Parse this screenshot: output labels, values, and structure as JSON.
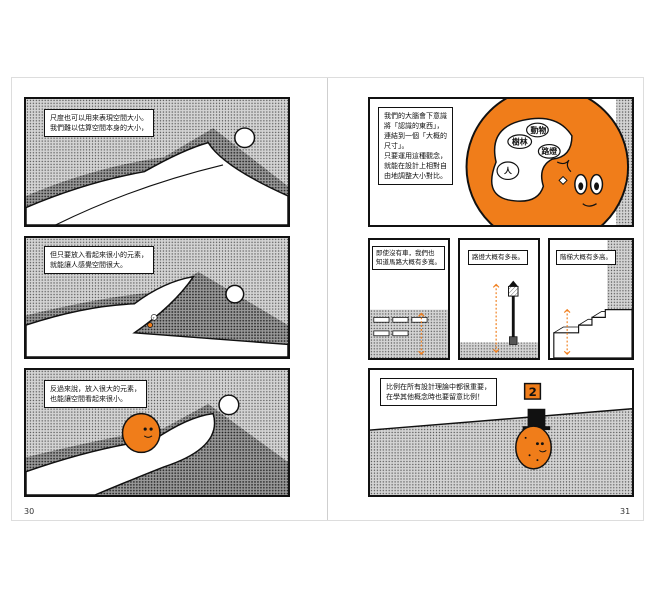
{
  "left_page": {
    "page_number": "30",
    "panel1": {
      "caption": "尺度也可以用來表現空間大小。\n我們難以估算空間本身的大小，"
    },
    "panel2": {
      "caption": "但只要放入看起來很小的元素，\n就能讓人感覺空間很大。",
      "figure_mark": "?"
    },
    "panel3": {
      "caption": "反過來說，放入很大的元素，\n也能讓空間看起來很小。"
    }
  },
  "right_page": {
    "page_number": "31",
    "panel1": {
      "caption": "我們的大腦會下意識\n將「認識的東西」，\n連結到一個「大概的\n尺寸」。\n只要運用這種觀念，\n就能在設計上相對自\n由地調整大小對比。",
      "brain_labels": {
        "animal": "動物",
        "tree": "樹林",
        "road": "路燈",
        "person": "人"
      }
    },
    "panel2": {
      "caption": "即使沒有車，我們也\n知道馬路大概有多寬。"
    },
    "panel3": {
      "caption": "路燈大概有多長。"
    },
    "panel4": {
      "caption": "階梯大概有多高。"
    },
    "panel5": {
      "caption": "比例在所有設計理論中都很重要，\n在學其他概念時也要留意比例！",
      "badge": "2"
    }
  },
  "colors": {
    "accent": "#f07d1a",
    "ink": "#111111",
    "tone": "#b9b9b9"
  }
}
